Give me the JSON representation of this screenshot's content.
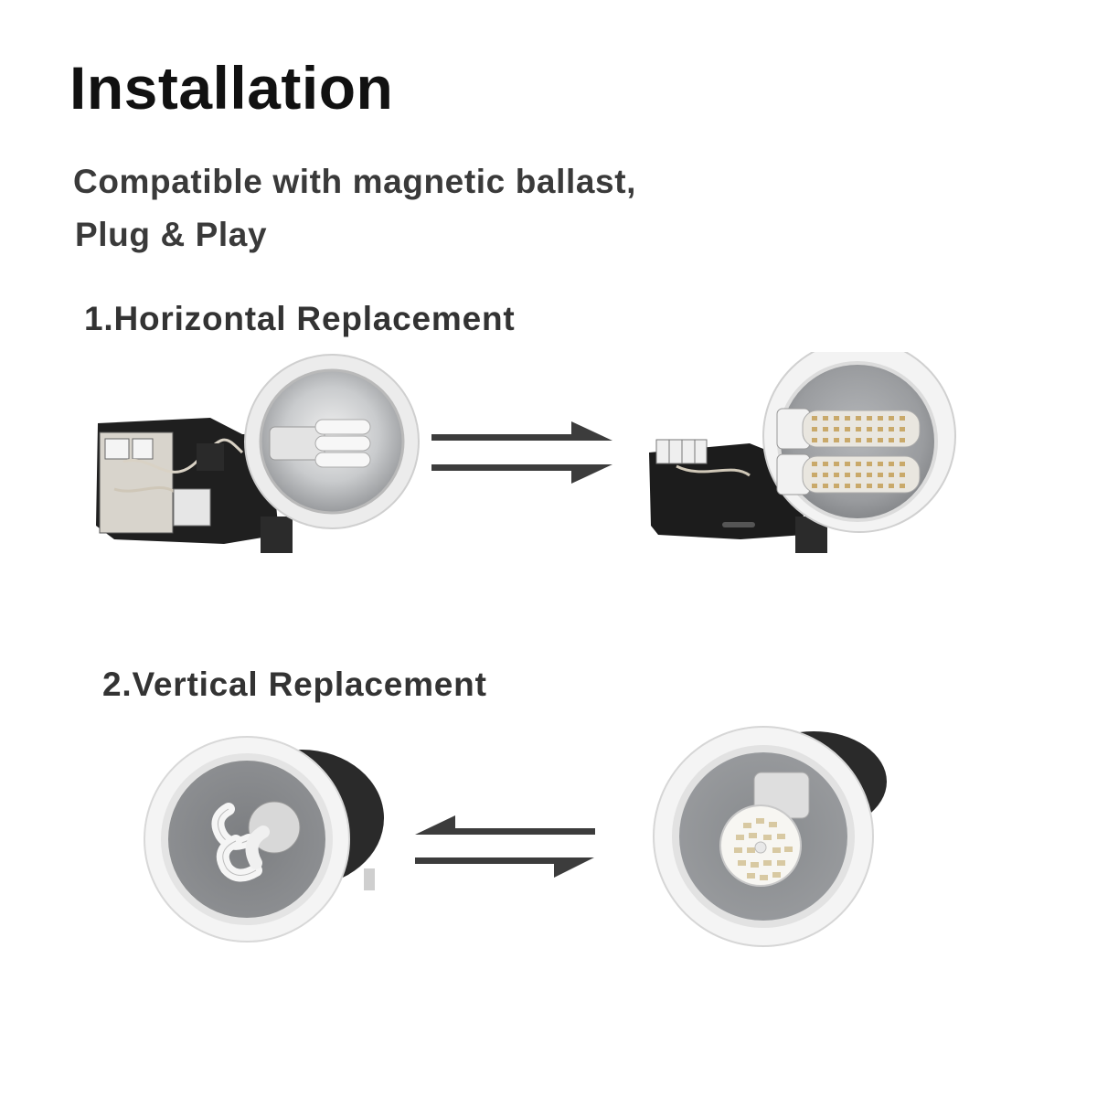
{
  "page": {
    "title": "Installation",
    "subtitle_line1": "Compatible with magnetic ballast,",
    "subtitle_line2": "Plug & Play"
  },
  "sections": [
    {
      "label": "1.Horizontal Replacement",
      "before": "fixture-with-horizontal-cfl-bulb",
      "after": "fixture-with-horizontal-led-corn-bulb",
      "arrows": "right-right"
    },
    {
      "label": "2.Vertical Replacement",
      "before": "downlight-with-vertical-cfl-bulb",
      "after": "downlight-with-vertical-led-corn-bulb",
      "arrows": "left-right"
    }
  ],
  "colors": {
    "arrow": "#3c3c3c",
    "title": "#111111",
    "text": "#3a3a3a",
    "housing": "#1c1c1c",
    "ring": "#f2f2f2",
    "reflector": "#8a8c8f"
  }
}
